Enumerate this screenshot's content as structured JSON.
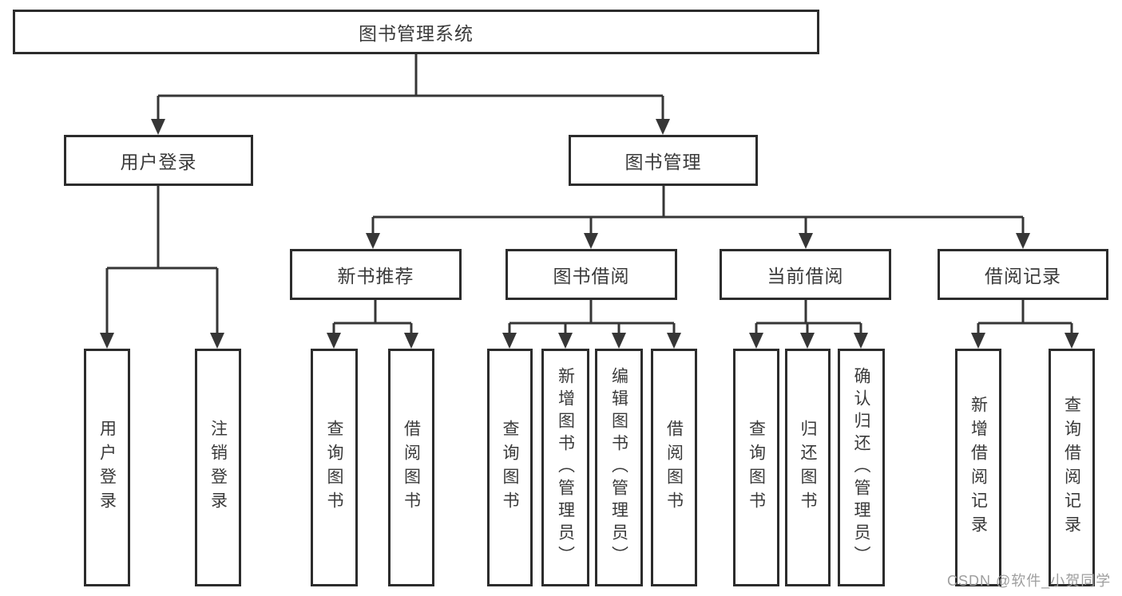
{
  "diagram": {
    "root": {
      "label": "图书管理系统"
    },
    "branches": [
      {
        "label": "用户登录",
        "children": [
          {
            "label": "用户登录"
          },
          {
            "label": "注销登录"
          }
        ]
      },
      {
        "label": "图书管理",
        "groups": [
          {
            "label": "新书推荐",
            "children": [
              {
                "label": "查询图书"
              },
              {
                "label": "借阅图书"
              }
            ]
          },
          {
            "label": "图书借阅",
            "children": [
              {
                "label": "查询图书"
              },
              {
                "label": "新增图书（管理员）"
              },
              {
                "label": "编辑图书（管理员）"
              },
              {
                "label": "借阅图书"
              }
            ]
          },
          {
            "label": "当前借阅",
            "children": [
              {
                "label": "查询图书"
              },
              {
                "label": "归还图书"
              },
              {
                "label": "确认归还（管理员）"
              }
            ]
          },
          {
            "label": "借阅记录",
            "children": [
              {
                "label": "新增借阅记录"
              },
              {
                "label": "查询借阅记录"
              }
            ]
          }
        ]
      }
    ]
  },
  "colors": {
    "line": "#363636",
    "border": "#2c2c2c",
    "text": "#3a3a3a",
    "watermark": "#9e9e9e"
  },
  "watermark": {
    "text": "CSDN @软件_小贺同学"
  }
}
